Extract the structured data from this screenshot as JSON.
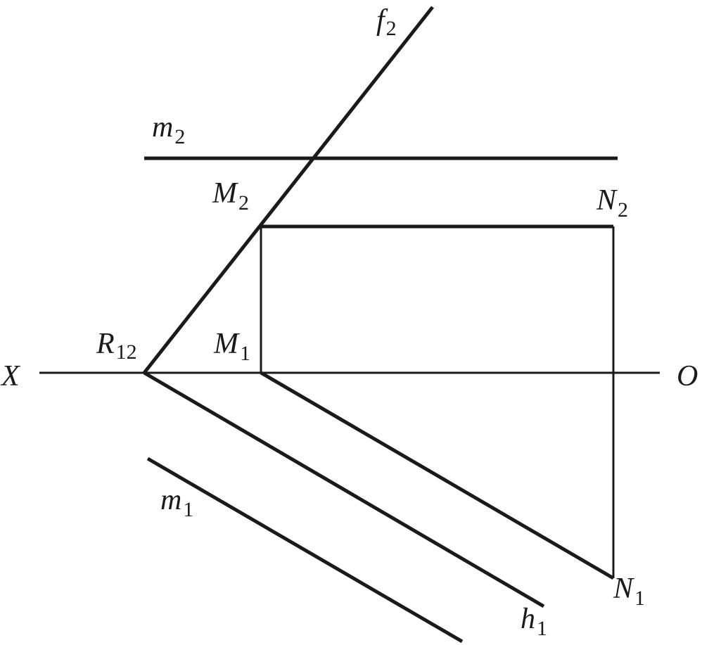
{
  "labels": {
    "X": "X",
    "O": "O",
    "f": {
      "base": "f",
      "sub": "2"
    },
    "m2": {
      "base": "m",
      "sub": "2"
    },
    "M2": {
      "base": "M",
      "sub": "2"
    },
    "N2": {
      "base": "N",
      "sub": "2"
    },
    "R12": {
      "base": "R",
      "sub": "12"
    },
    "M1": {
      "base": "M",
      "sub": "1"
    },
    "m1": {
      "base": "m",
      "sub": "1"
    },
    "h1": {
      "base": "h",
      "sub": "1"
    },
    "N1": {
      "base": "N",
      "sub": "1"
    }
  },
  "colors": {
    "stroke": "#1a1a1a",
    "background": "#ffffff"
  }
}
